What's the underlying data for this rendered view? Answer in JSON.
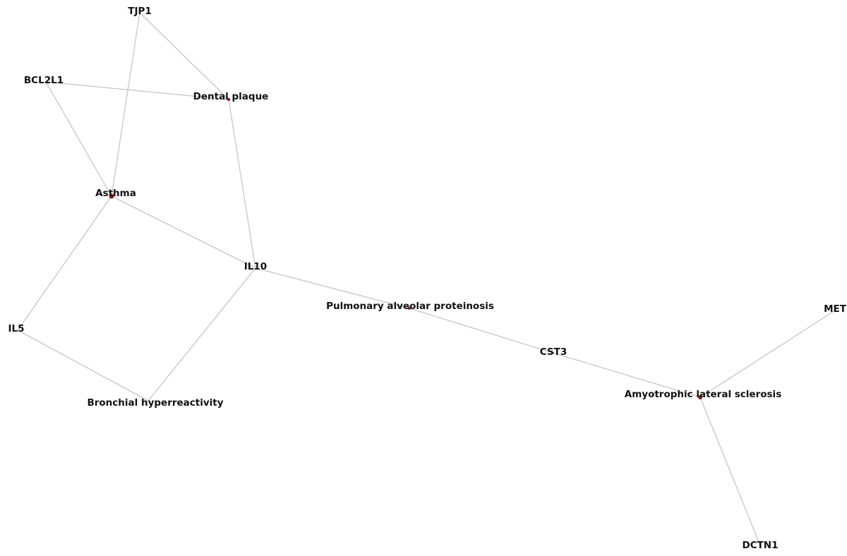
{
  "colors": {
    "edge": "#c6c6c6",
    "label": "#111111",
    "disease_node": "#8b1a1a",
    "gene_node": "#1a1a1a"
  },
  "nodes": [
    {
      "id": "tjp1",
      "label": "TJP1",
      "kind": "gene"
    },
    {
      "id": "bcl2l1",
      "label": "BCL2L1",
      "kind": "gene"
    },
    {
      "id": "dental_plaque",
      "label": "Dental plaque",
      "kind": "disease"
    },
    {
      "id": "asthma",
      "label": "Asthma",
      "kind": "disease"
    },
    {
      "id": "il10",
      "label": "IL10",
      "kind": "gene"
    },
    {
      "id": "il5",
      "label": "IL5",
      "kind": "gene"
    },
    {
      "id": "bronchial_hyperreactivity",
      "label": "Bronchial hyperreactivity",
      "kind": "disease"
    },
    {
      "id": "pap",
      "label": "Pulmonary alveolar proteinosis",
      "kind": "disease"
    },
    {
      "id": "cst3",
      "label": "CST3",
      "kind": "gene"
    },
    {
      "id": "als",
      "label": "Amyotrophic lateral sclerosis",
      "kind": "disease"
    },
    {
      "id": "met",
      "label": "MET",
      "kind": "gene"
    },
    {
      "id": "dctn1",
      "label": "DCTN1",
      "kind": "gene"
    }
  ],
  "edges": [
    [
      "tjp1",
      "asthma"
    ],
    [
      "tjp1",
      "dental_plaque"
    ],
    [
      "bcl2l1",
      "dental_plaque"
    ],
    [
      "bcl2l1",
      "asthma"
    ],
    [
      "dental_plaque",
      "il10"
    ],
    [
      "asthma",
      "il10"
    ],
    [
      "asthma",
      "il5"
    ],
    [
      "il5",
      "bronchial_hyperreactivity"
    ],
    [
      "il10",
      "bronchial_hyperreactivity"
    ],
    [
      "il10",
      "pap"
    ],
    [
      "pap",
      "cst3"
    ],
    [
      "cst3",
      "als"
    ],
    [
      "als",
      "met"
    ],
    [
      "als",
      "dctn1"
    ]
  ]
}
